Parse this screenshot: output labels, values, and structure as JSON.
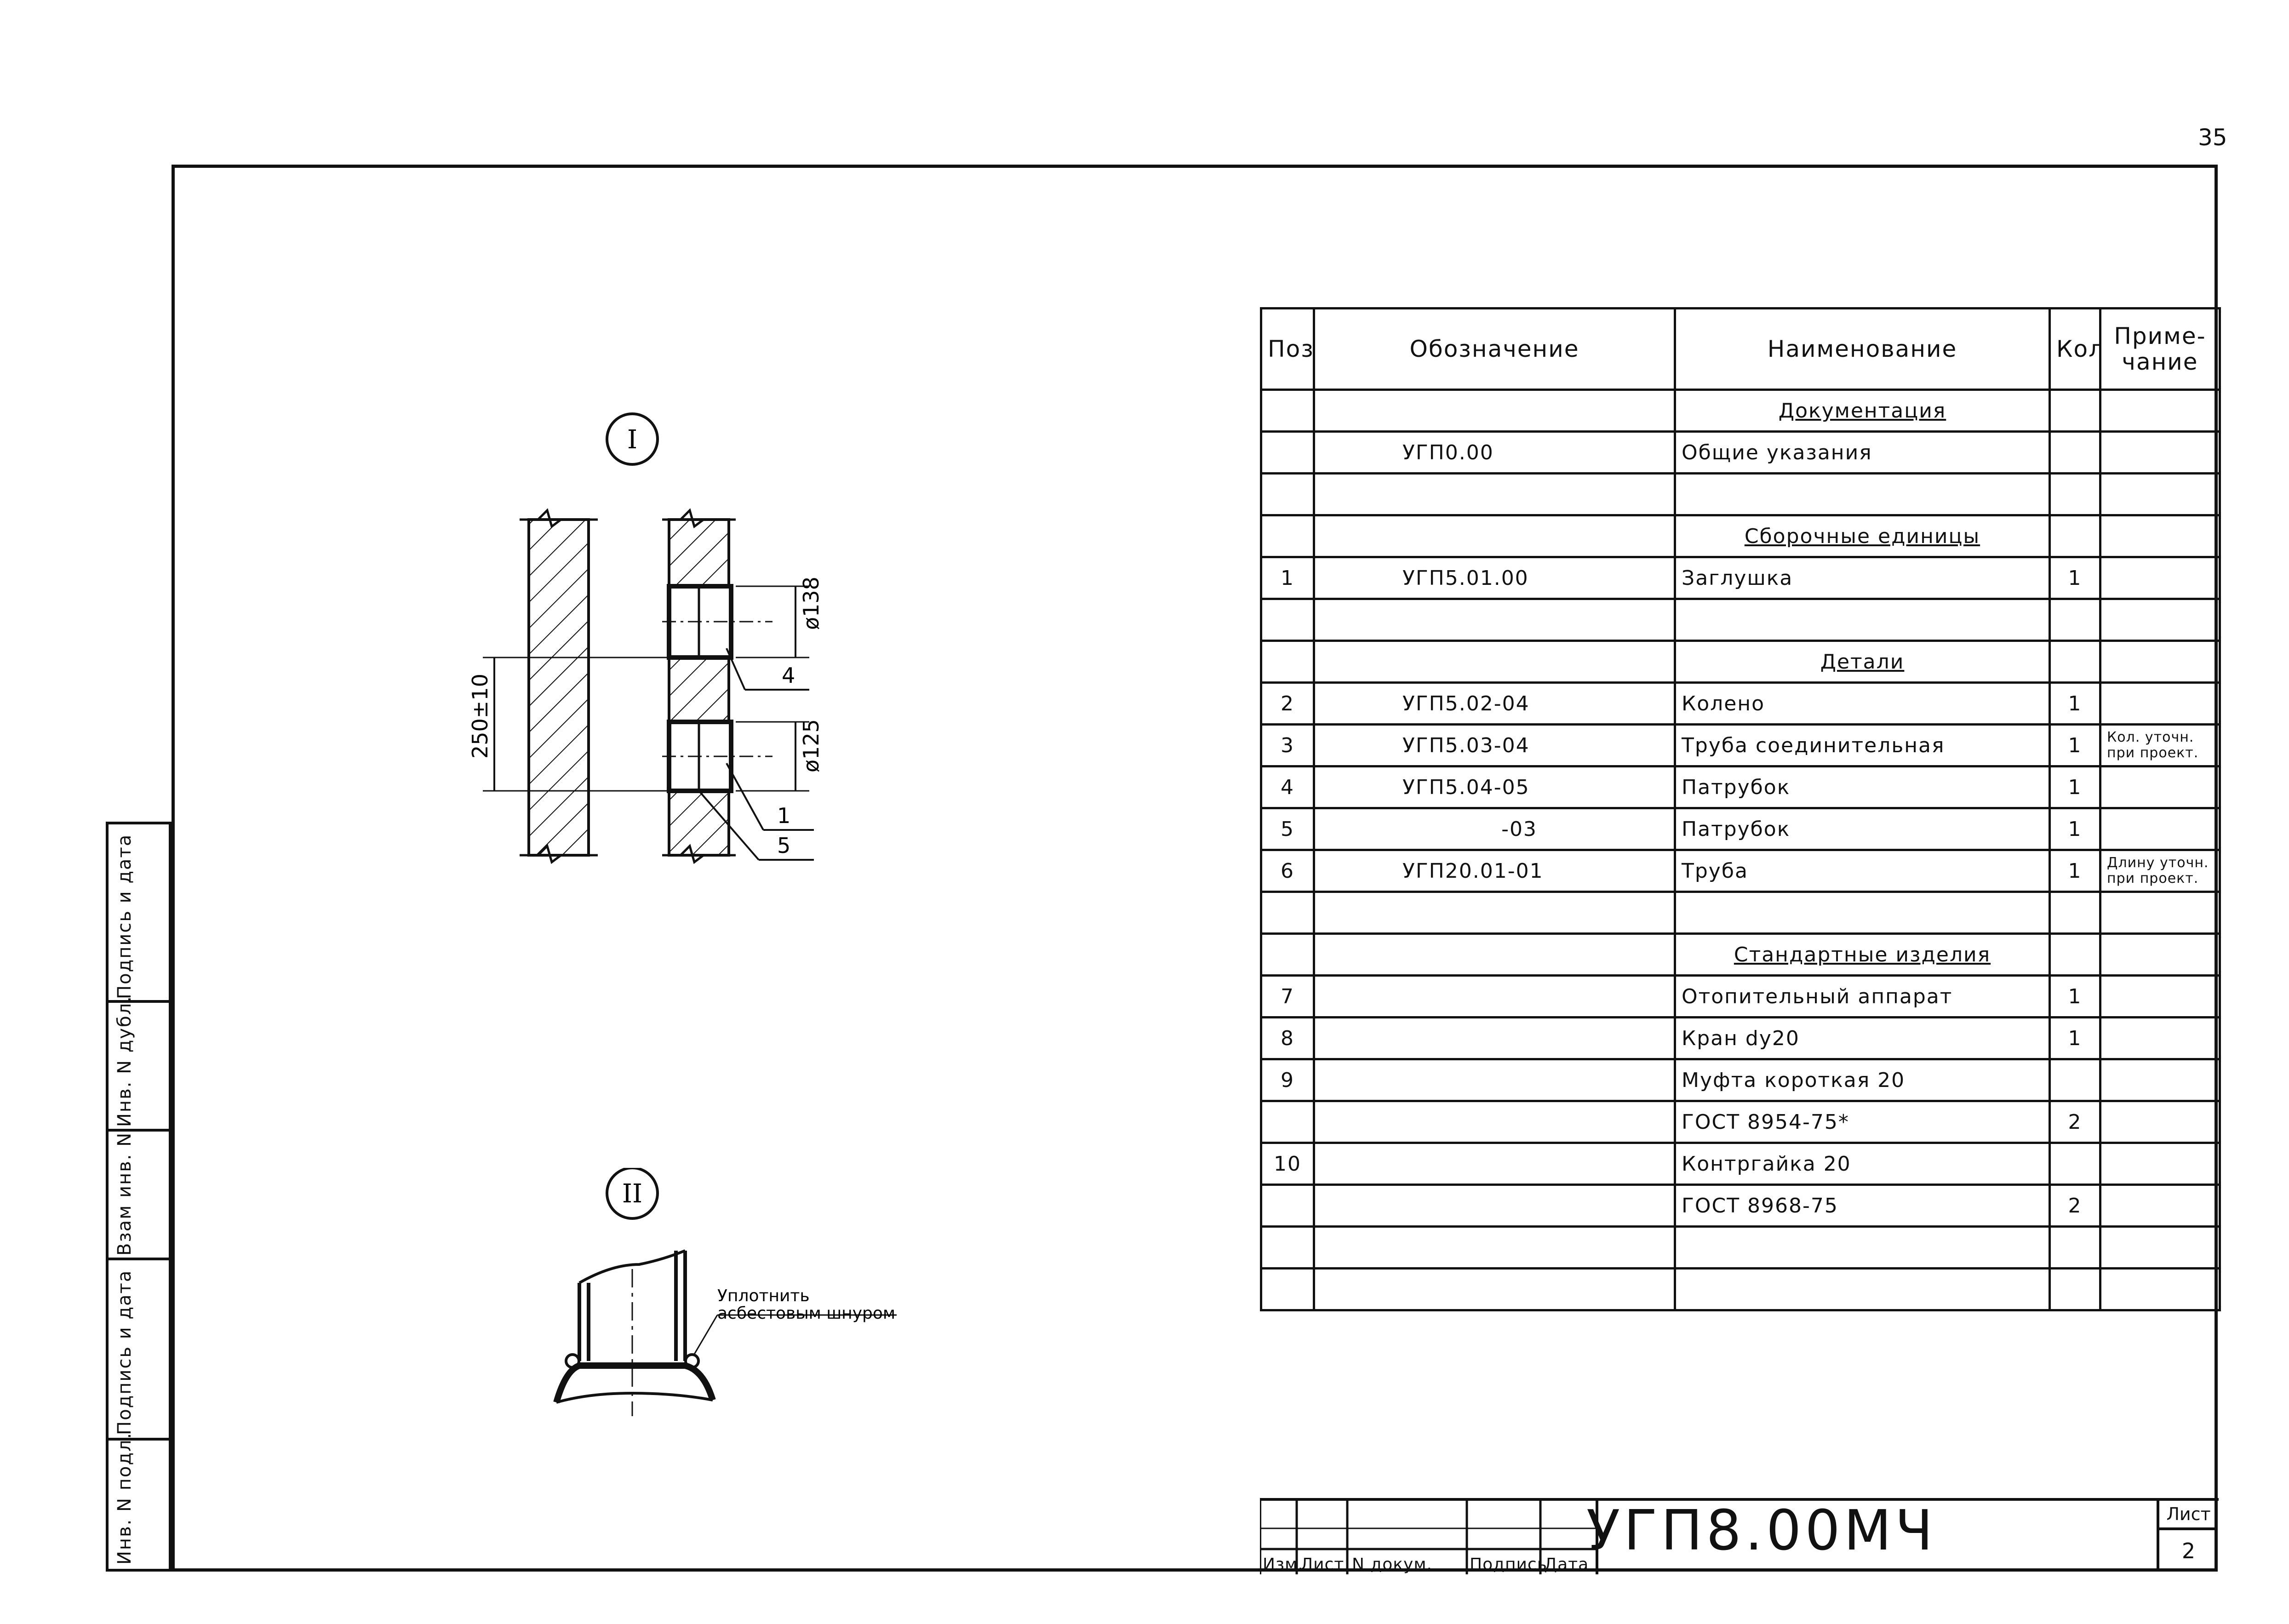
{
  "page_number": "35",
  "spec_table": {
    "headers": {
      "pos": "Поз.",
      "designation": "Обозначение",
      "name": "Наименование",
      "qty": "Кол",
      "note": "Приме-чание"
    },
    "rows": [
      {
        "pos": "",
        "des": "",
        "name": "Документация",
        "qty": "",
        "note": "",
        "section": true
      },
      {
        "pos": "",
        "des": "УГП0.00",
        "name": "Общие указания",
        "qty": "",
        "note": ""
      },
      {
        "pos": "",
        "des": "",
        "name": "",
        "qty": "",
        "note": ""
      },
      {
        "pos": "",
        "des": "",
        "name": "Сборочные единицы",
        "qty": "",
        "note": "",
        "section": true
      },
      {
        "pos": "1",
        "des": "УГП5.01.00",
        "name": "Заглушка",
        "qty": "1",
        "note": ""
      },
      {
        "pos": "",
        "des": "",
        "name": "",
        "qty": "",
        "note": ""
      },
      {
        "pos": "",
        "des": "",
        "name": "Детали",
        "qty": "",
        "note": "",
        "section": true
      },
      {
        "pos": "2",
        "des": "УГП5.02-04",
        "name": "Колено",
        "qty": "1",
        "note": ""
      },
      {
        "pos": "3",
        "des": "УГП5.03-04",
        "name": "Труба соединительная",
        "qty": "1",
        "note": "Кол. уточн. при проект."
      },
      {
        "pos": "4",
        "des": "УГП5.04-05",
        "name": "Патрубок",
        "qty": "1",
        "note": ""
      },
      {
        "pos": "5",
        "des": "-03",
        "name": "Патрубок",
        "qty": "1",
        "note": ""
      },
      {
        "pos": "6",
        "des": "УГП20.01-01",
        "name": "Труба",
        "qty": "1",
        "note": "Длину уточн. при проект."
      },
      {
        "pos": "",
        "des": "",
        "name": "",
        "qty": "",
        "note": ""
      },
      {
        "pos": "",
        "des": "",
        "name": "Стандартные изделия",
        "qty": "",
        "note": "",
        "section": true
      },
      {
        "pos": "7",
        "des": "",
        "name": "Отопительный аппарат",
        "qty": "1",
        "note": ""
      },
      {
        "pos": "8",
        "des": "",
        "name": "Кран dy20",
        "qty": "1",
        "note": ""
      },
      {
        "pos": "9",
        "des": "",
        "name": "Муфта короткая 20",
        "qty": "",
        "note": ""
      },
      {
        "pos": "",
        "des": "",
        "name": "ГОСТ 8954-75*",
        "qty": "2",
        "note": ""
      },
      {
        "pos": "10",
        "des": "",
        "name": "Контргайка 20",
        "qty": "",
        "note": ""
      },
      {
        "pos": "",
        "des": "",
        "name": "ГОСТ 8968-75",
        "qty": "2",
        "note": ""
      },
      {
        "pos": "",
        "des": "",
        "name": "",
        "qty": "",
        "note": ""
      },
      {
        "pos": "",
        "des": "",
        "name": "",
        "qty": "",
        "note": ""
      }
    ]
  },
  "drawing_1": {
    "view_label": "I",
    "dim_138": "ø138",
    "dim_125": "ø125",
    "dim_250": "250±10",
    "callout_4": "4",
    "callout_1": "1",
    "callout_5": "5"
  },
  "drawing_2": {
    "view_label": "II",
    "note_line1": "Уплотнить",
    "note_line2": "асбестовым шнуром"
  },
  "side_stamp": [
    "Подпись и дата",
    "Инв. N дубл.",
    "Взам инв. N",
    "Подпись и дата",
    "Инв. N подл."
  ],
  "title_block": {
    "headers": [
      "Изм.",
      "Лист",
      "N докум.",
      "Подпись",
      "Дата"
    ],
    "code": "УГП8.00МЧ",
    "sheet_label": "Лист",
    "sheet_number": "2"
  }
}
